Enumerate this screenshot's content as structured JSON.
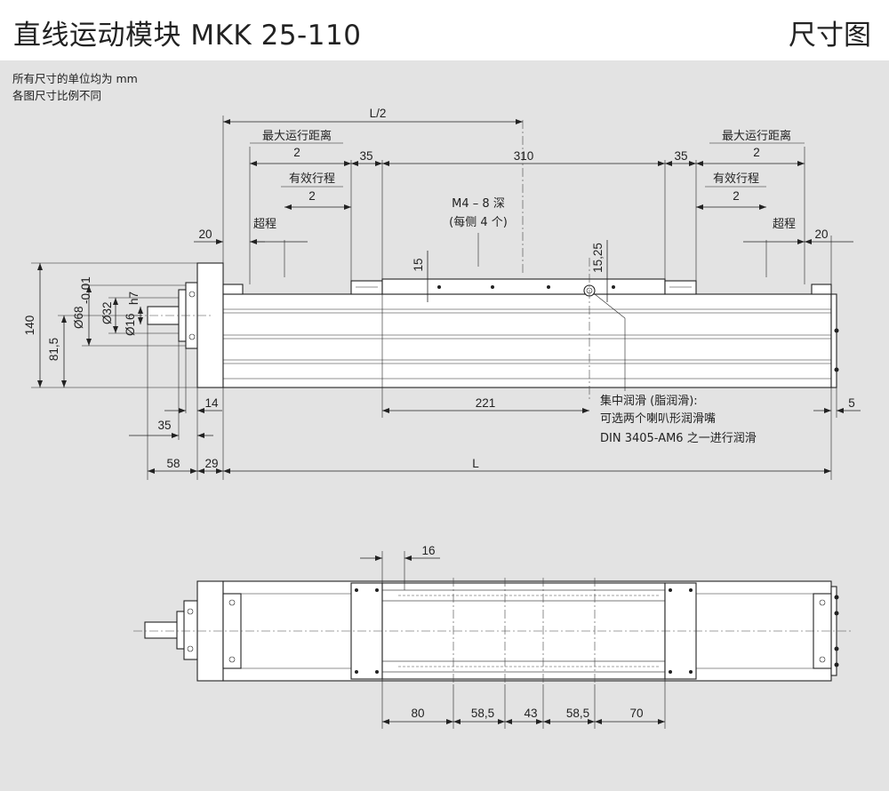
{
  "header": {
    "title": "直线运动模块 MKK 25-110",
    "section": "尺寸图"
  },
  "notes": [
    "所有尺寸的单位均为 mm",
    "各图尺寸比例不同"
  ],
  "colors": {
    "background": "#e3e3e3",
    "part_fill": "#ffffff",
    "line": "#222222"
  },
  "top_view": {
    "labels": {
      "half_length": "L/2",
      "max_travel": "最大运行距离",
      "div2": "2",
      "effective_stroke": "有效行程",
      "overtravel": "超程",
      "d20": "20",
      "d35": "35",
      "d310": "310",
      "d15": "15",
      "d15_25": "15,25",
      "d140": "140",
      "d81_5": "81,5",
      "d68": "Ø68",
      "d68_tol": "-0,01",
      "d32": "Ø32",
      "d16": "Ø16",
      "d16_tol": "h7",
      "d14": "14",
      "d58": "58",
      "d29": "29",
      "len": "L",
      "d221": "221",
      "d5": "5",
      "thread_1": "M4 – 8 深",
      "thread_2": "(每侧 4 个)",
      "lube_1": "集中润滑 (脂润滑):",
      "lube_2": "可选两个喇叭形润滑嘴",
      "lube_3": "DIN 3405-AM6 之一进行润滑"
    }
  },
  "bottom_view": {
    "labels": {
      "d16": "16",
      "d80": "80",
      "d58_5a": "58,5",
      "d43": "43",
      "d58_5b": "58,5",
      "d70": "70"
    }
  }
}
